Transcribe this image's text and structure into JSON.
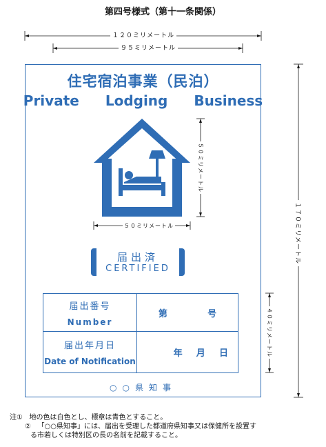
{
  "form_title": "第四号様式（第十一条関係）",
  "dimensions": {
    "outer_width": "１２０ミリメートル",
    "inner_width": "９５ミリメートル",
    "icon_height": "５０ミリメートル",
    "icon_width": "５０ミリメートル",
    "sign_height": "１７０ミリメートル",
    "table_height": "４０ミリメートル"
  },
  "sign": {
    "title_jp": "住宅宿泊事業（民泊）",
    "title_en": [
      "Private",
      "Lodging",
      "Business"
    ],
    "icon": "house-bed-icon",
    "certified_jp": "届出済",
    "certified_en": "CERTIFIED",
    "table": {
      "number_label_jp": "届出番号",
      "number_label_en": "Number",
      "number_value_prefix": "第",
      "number_value_suffix": "号",
      "date_label_jp": "届出年月日",
      "date_label_en": "Date of Notification",
      "date_year": "年",
      "date_month": "月",
      "date_day": "日"
    },
    "governor": "○○県知事"
  },
  "notes": {
    "note_1_marker": "注①",
    "note_1": "地の色は白色とし、標章は青色とすること。",
    "note_2_marker": "②",
    "note_2a": "「○○県知事」には、届出を受理した都道府県知事又は保健所を設置す",
    "note_2b": "る市若しくは特別区の長の名前を記載すること。"
  },
  "colors": {
    "accent": "#2f6db5"
  }
}
